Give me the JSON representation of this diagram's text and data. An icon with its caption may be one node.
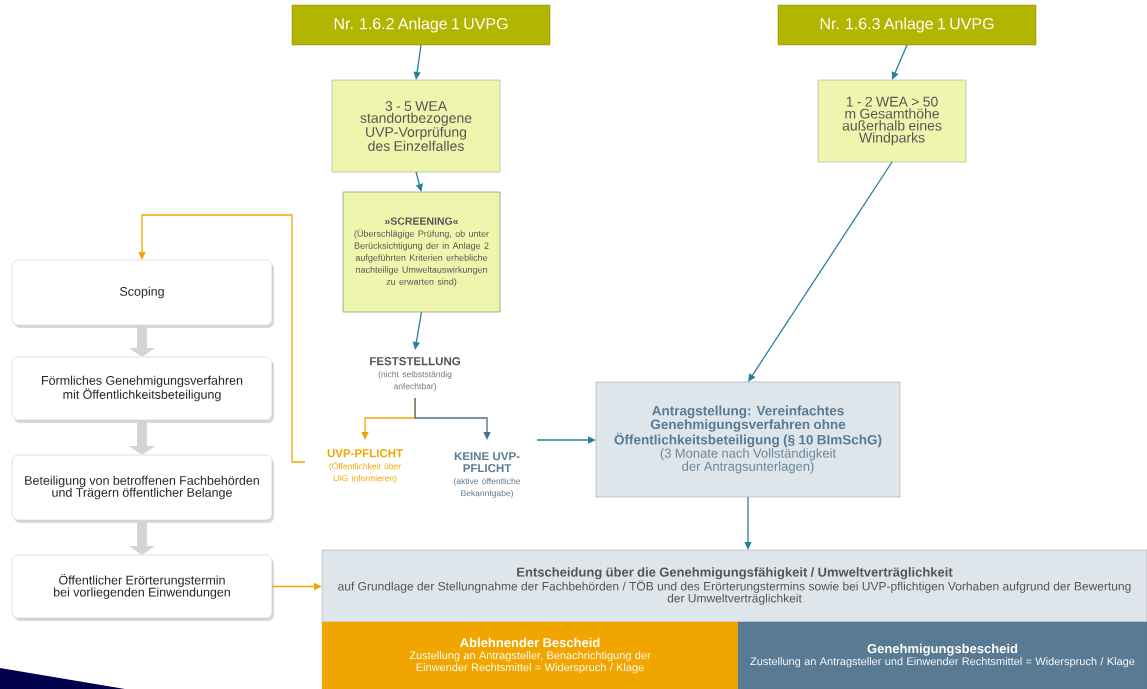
{
  "diagram": {
    "nodes": [
      {
        "text": [
          "Nr. 1.6.2 Anlage 1 UVPG"
        ]
      },
      {
        "text": [
          "Nr. 1.6.3 Anlage 1 UVPG"
        ]
      },
      {
        "text": [
          "3 - 5 WEA standortbezogene UVP-Vorprüfung des Einzelfalles"
        ]
      },
      {
        "text": [
          "1 - 2 WEA > 50 m Gesamthöhe außerhalb eines Windparks"
        ]
      },
      {
        "text": [
          "»SCREENING«",
          "(Überschlägige Prüfung, ob unter Berücksichtigung der in Anlage 2 aufgeführten Kriterien erhebliche nachteilige Umweltauswirkungen zu erwarten sind)"
        ]
      },
      {
        "text": [
          "FESTSTELLUNG",
          "(nicht selbstständig anfechtbar)"
        ]
      },
      {
        "text": [
          "UVP-PFLICHT",
          "(Öffentlichkeit über UIG informieren)"
        ]
      },
      {
        "text": [
          "KEINE UVP-PFLICHT",
          "(aktive öffentliche Bekanntgabe)"
        ]
      },
      {
        "text": [
          "Antragstellung: Vereinfachtes Genehmigungsverfahren ohne Öffentlichkeitsbeteiligung (§ 10 BImSchG)",
          "(3 Monate nach Vollständigkeit der Antragsunterlagen)"
        ]
      },
      {
        "text": [
          "Scoping"
        ]
      },
      {
        "text": [
          "Förmliches Genehmigungsverfahren mit Öffentlichkeitsbeteiligung"
        ]
      },
      {
        "text": [
          "Beteiligung von betroffenen Fachbehörden und Trägern öffentlicher Belange"
        ]
      },
      {
        "text": [
          "Öffentlicher Erörterungstermin bei vorliegenden Einwendungen"
        ]
      },
      {
        "text": [
          "Entscheidung über die Genehmigungsfähigkeit / Umweltverträglichkeit",
          "auf Grundlage der Stellungnahme der Fachbehörden / TÖB und des Erörterungstermins sowie bei UVP-pflichtigen Vorhaben aufgrund der Bewertung der Umweltverträglichkeit"
        ]
      },
      {
        "text": [
          "Ablehnender Bescheid",
          "Zustellung an Antragsteller, Benachrichtigung der Einwender Rechtsmittel = Widerspruch / Klage"
        ]
      },
      {
        "text": [
          "Genehmigungsbescheid",
          "Zustellung an Antragsteller und Einwender Rechtsmittel = Widerspruch / Klage"
        ]
      }
    ],
    "edges": [
      {
        "from": 0,
        "to": 2,
        "arrow": "to"
      },
      {
        "from": 2,
        "to": 4,
        "arrow": "to"
      },
      {
        "from": 4,
        "to": 5,
        "arrow": "to"
      },
      {
        "from": 5,
        "to": 6,
        "arrow": "to",
        "color": "#f0a500"
      },
      {
        "from": 5,
        "to": 7,
        "arrow": "to",
        "color": "#4f6e85"
      },
      {
        "from": 1,
        "to": 3,
        "arrow": "to"
      },
      {
        "from": 3,
        "to": 8,
        "arrow": "to"
      },
      {
        "from": 7,
        "to": 8,
        "arrow": "to"
      },
      {
        "from": 6,
        "to": 9,
        "arrow": "to",
        "color": "#f0a500"
      },
      {
        "from": 9,
        "to": 10,
        "arrow": "to",
        "style": "thick",
        "color": "#d4d4d4"
      },
      {
        "from": 10,
        "to": 11,
        "arrow": "to",
        "style": "thick",
        "color": "#d4d4d4"
      },
      {
        "from": 11,
        "to": 12,
        "arrow": "to",
        "style": "thick",
        "color": "#d4d4d4"
      },
      {
        "from": 12,
        "to": 13,
        "arrow": "to",
        "color": "#f0a500"
      },
      {
        "from": 8,
        "to": 13,
        "arrow": "to"
      }
    ]
  }
}
